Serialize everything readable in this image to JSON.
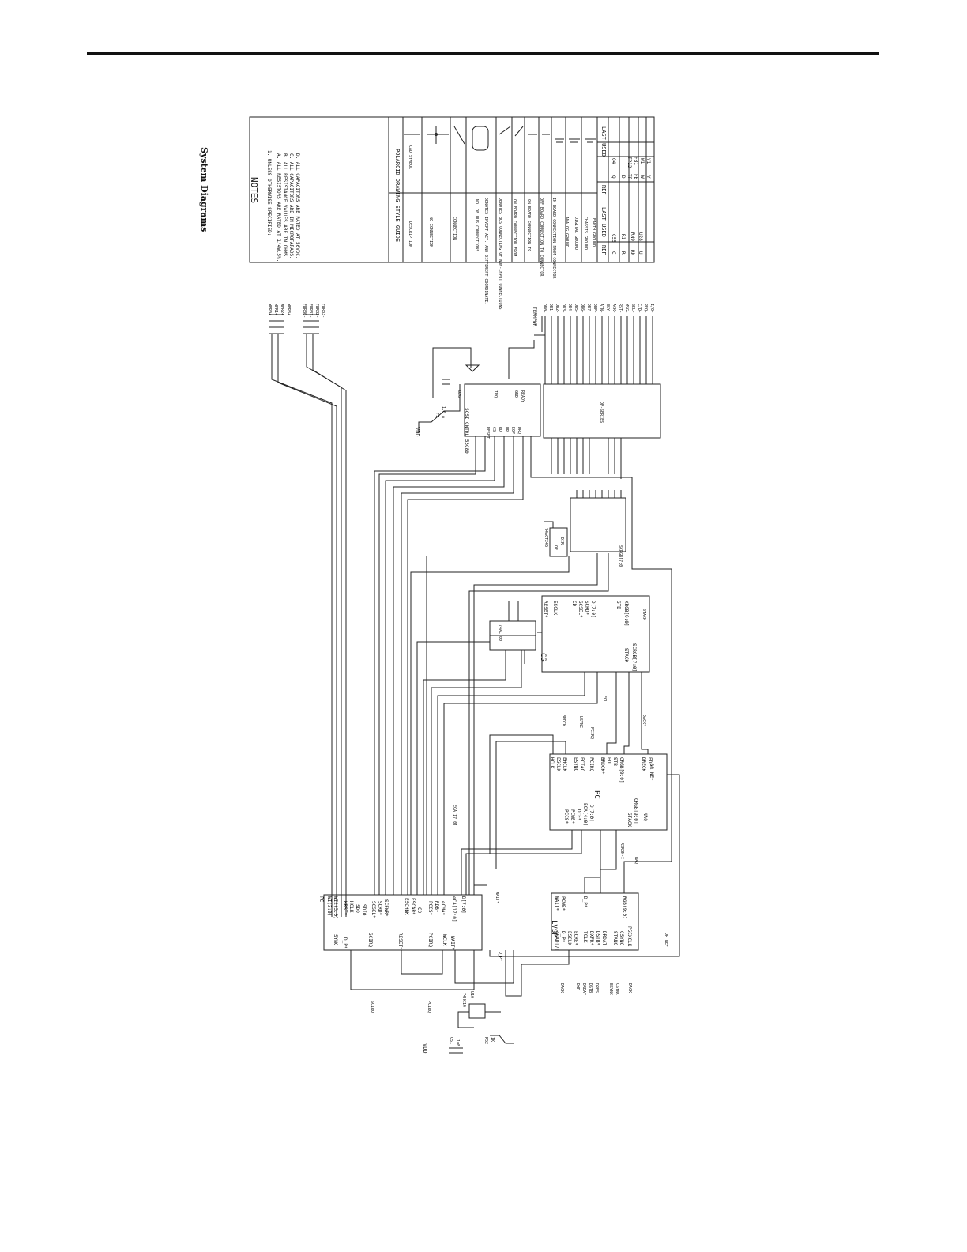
{
  "header": {
    "section_title": "System Diagrams"
  },
  "notes": {
    "title": "NOTES",
    "lines": [
      "1. UNLESS OTHERWISE SPECIFIED:",
      "A. ALL RESISTORS ARE RATED AT 1/4W,5%.",
      "B. ALL RESISTANCE VALUES ARE IN OHMS.",
      "C. ALL CAPACITORS ARE IN MICROFARADS.",
      "D. ALL CAPACITORS ARE RATED AT 50VDC."
    ]
  },
  "style_guide": {
    "title": "POLAROID DRAWING STYLE GUIDE",
    "col_description": "DESCRIPTION",
    "col_symbol": "CAD SYMBOL",
    "rows": [
      "NO CONNECTION",
      "CONNECTION",
      "NO. OF BUS CONNECTIONS",
      "DENOTES INVERT ACT. AND DIFFERENT COORDINATE.",
      "DENOTES BUS CONNECTING OF NON-INPUT CONNECTIONS",
      "ON BOARD CONNECTION FROM",
      "ON BOARD CONNECTION TO",
      "OFF BOARD CONNECTION TO CONNECTOR",
      "IN BOARD CONNECTION FROM CONNECTOR",
      "ANALOG GROUND",
      "DIGITAL GROUND",
      "CHASSIS GROUND",
      "EARTH GROUND"
    ],
    "ref_table": {
      "left": {
        "h_ref": "REF",
        "h_last": "LAST USED",
        "h_used": "LAST USED",
        "rows": [
          [
            "C",
            "C55"
          ],
          [
            "R",
            "R1"
          ],
          [
            "RN",
            "RN9"
          ],
          [
            "U",
            "U28"
          ]
        ]
      },
      "right": {
        "h_ref": "REF",
        "h_last": "LAST USED",
        "h_used": "LAST USED",
        "rows": [
          [
            "Q",
            "Q4"
          ],
          [
            "D",
            "D"
          ],
          [
            "TP",
            "TP13"
          ],
          [
            "FB",
            "FB1"
          ],
          [
            "W",
            "W1"
          ],
          [
            "Y",
            "Y1"
          ]
        ]
      }
    }
  },
  "blocks": {
    "pc_top": {
      "name": "PC",
      "pins_left": [
        "SYNC",
        "D_P*"
      ],
      "pins_right": [
        "WI(3:0)",
        "WI2(3:0)",
        "HRST*",
        "HCLK",
        "SDO",
        "SDI0",
        "SCSEL*",
        "SCRD*",
        "SCFWR*",
        "SCSEL*",
        "ESCHBK",
        "ESCAR*",
        "CD",
        "PCCS*",
        "RDB*",
        "eCMA*",
        "eCA[17:0]",
        "D[7:0]"
      ],
      "pins_bottom": [
        "SCIRQ",
        "RESET*",
        "PCIRQ",
        "WCLK",
        "WAIT*"
      ]
    },
    "lvsp": {
      "name": "LVSP",
      "pins": [
        "WAIT*",
        "PCWE*",
        "D_P*",
        "RGB(9:0)",
        "eCAD[7]",
        "D_P*",
        "ESCLK",
        "ECRE*",
        "TCLK",
        "DXFR*",
        "DSTB*",
        "DRDAT",
        "STANC",
        "CSYNC",
        "P5EXCLK"
      ]
    },
    "pc_mid": {
      "name": "PC",
      "pins_top": [
        "HCLK",
        "ESCLK",
        "EHCLK",
        "ESYNC",
        "ECTAC",
        "PCIRQ",
        "BRDCK*",
        "EOL",
        "STB",
        "CRGB[9:0]",
        "DRECK",
        "EDP*"
      ],
      "pins_bottom": [
        "PCCS*",
        "PCWE*",
        "DCE*",
        "ECA[4:0]",
        "D[7:0]",
        "STACK",
        "CRGB[9:0]",
        "NAQ"
      ],
      "pins_right": [
        "DR_NE*"
      ]
    },
    "cs": {
      "name": "CS",
      "pins": [
        "RESET*",
        "ESCLK",
        "CD",
        "SCSEL*",
        "SCRD*",
        "D[7:0]",
        "STB",
        "XRGB[9:0]",
        "STACK",
        "SCRGB[7:0]"
      ]
    },
    "latch": {
      "name": "74ACT00",
      "pins": [
        "A",
        "B",
        "Y"
      ]
    },
    "buf": {
      "name": "74ACT245",
      "pins": [
        "OE",
        "DIR",
        "1",
        "2",
        "3",
        "4",
        "5",
        "6",
        "7",
        "8"
      ]
    },
    "scsi": {
      "name": "U26",
      "part": "SCSI CNTRL 53C80",
      "pins": [
        "RESET",
        "CS",
        "RD",
        "WR",
        "EOP",
        "DRQ",
        "IRQ",
        "GND",
        "READY",
        "DBP",
        "D[7:0]"
      ]
    },
    "connector": {
      "name": "CN",
      "part": "DP-SERIES",
      "pins": [
        "DB0",
        "DB1",
        "DB2",
        "DB3",
        "DB4",
        "DB5",
        "DB6",
        "DB7",
        "DBP",
        "ATN",
        "BSY",
        "ACK",
        "RST",
        "MSG",
        "SEL",
        "C/D",
        "REQ",
        "I/O"
      ]
    },
    "reset_gen": {
      "name": "74HC14",
      "pins": [
        "1",
        "2",
        "U10",
        "REF13"
      ]
    }
  },
  "power": {
    "vdd_top": "VDD",
    "vdd_bottom": "VDD",
    "fuse": "F1",
    "fuse_rating": "1.0 A",
    "cap": "C51",
    "cap_value": ".1uF",
    "resistor": "R52",
    "resistor_value": "1K",
    "term": "TERMPWR"
  },
  "edge_signals_top": [
    "WPR0+",
    "WPR1+",
    "WPR2+",
    "WPR3+",
    "FWRB0-",
    "FWRB1-",
    "FWRB2-",
    "FWRB3-"
  ],
  "edge_signals_right": [
    "DB0-",
    "DB1-",
    "DB2-",
    "DB3-",
    "DB4-",
    "DB5-",
    "DB6-",
    "DB7-",
    "DBP-",
    "ATN-",
    "BSY-",
    "ACK-",
    "RST-",
    "MSG-",
    "SEL-",
    "C/D-",
    "REQ-",
    "I/O-"
  ],
  "bottom_signals": [
    "SCIRQ",
    "PCIRQ",
    "DACK",
    "DWR",
    "DRDAT",
    "DSTB",
    "DRES",
    "ESYNC",
    "CSYNC",
    "DACK"
  ],
  "mid_signals": [
    "BRDCK",
    "LSYNC",
    "PCIRQ",
    "DRESET",
    "ESCLK",
    "CD",
    "SCRD*",
    "SCSEL*",
    "SCFWR*",
    "STACK",
    "DACK*",
    "EOP*",
    "DR_NE*",
    "EOL",
    "STB",
    "CRGB[9:0]",
    "RSRBN-I",
    "NAQ",
    "SCRGB[7:0]",
    "ECA[17:0]",
    "WAIT*",
    "MCLK",
    "D_P*"
  ]
}
